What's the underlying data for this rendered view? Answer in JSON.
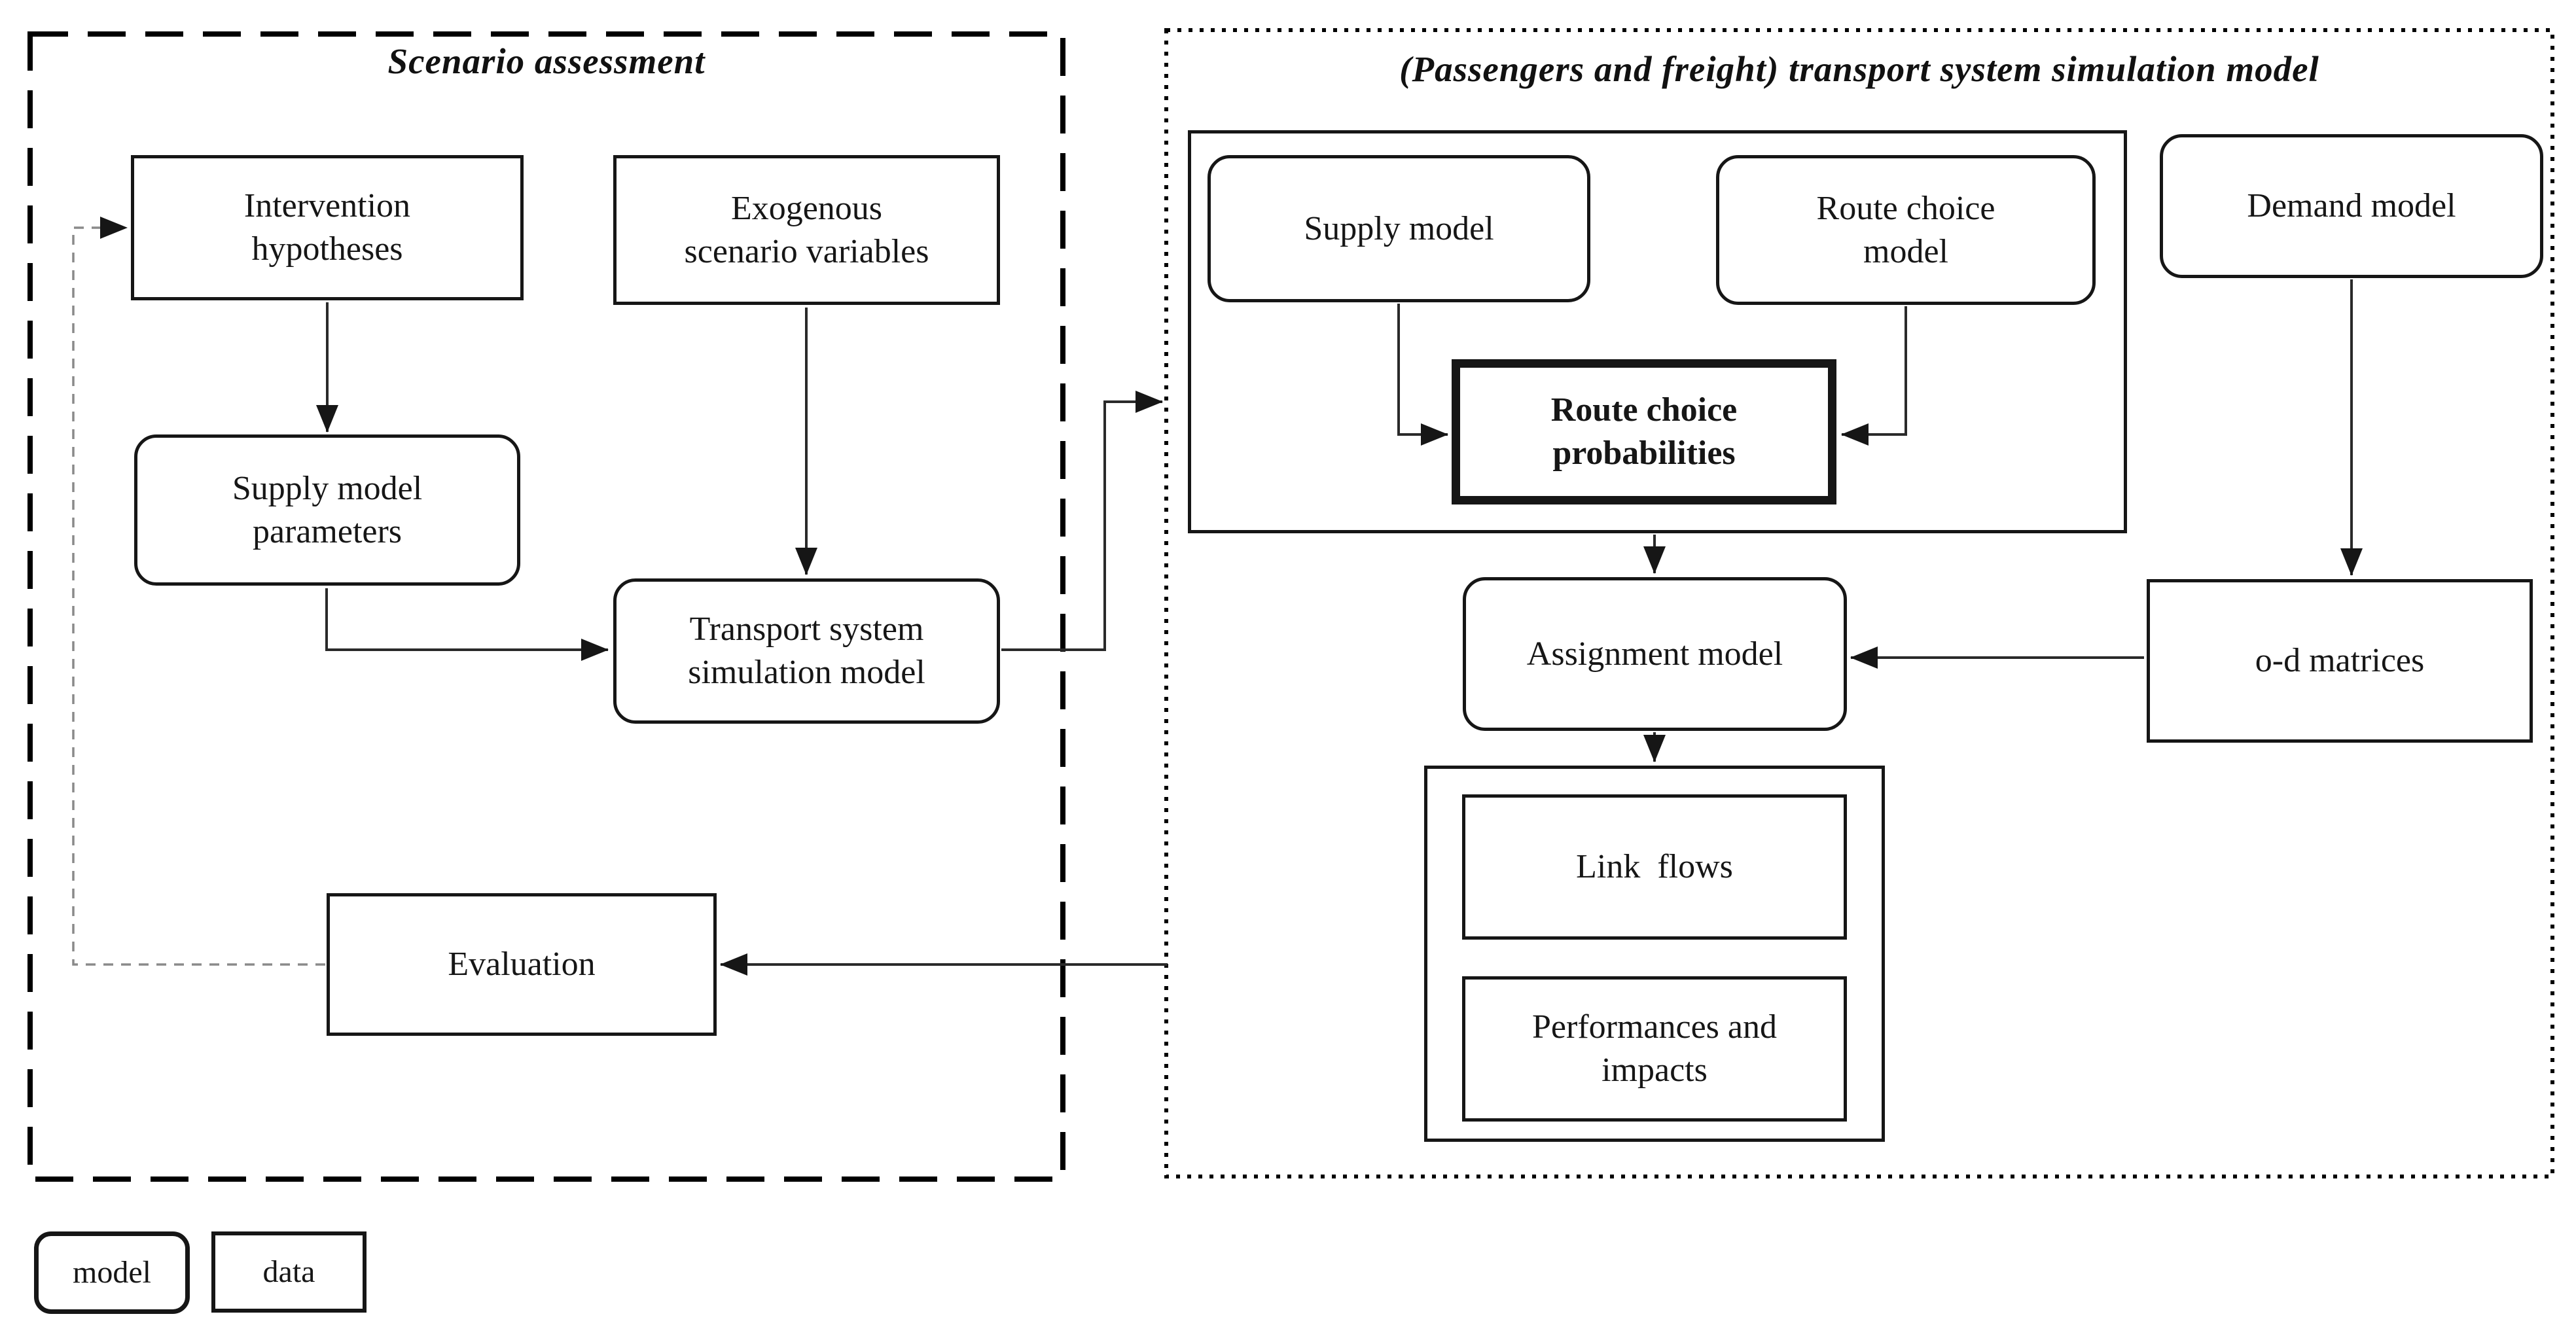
{
  "panels": {
    "scenario": {
      "title": "Scenario assessment"
    },
    "simulation": {
      "title": "(Passengers and freight) transport system simulation model"
    }
  },
  "boxes": {
    "intervention_hypotheses": "Intervention\nhypotheses",
    "exogenous_scenario_variables": "Exogenous\nscenario variables",
    "supply_model_parameters": "Supply model\nparameters",
    "transport_system_simulation_model": "Transport system\nsimulation model",
    "evaluation": "Evaluation",
    "supply_model": "Supply model",
    "route_choice_model": "Route choice\nmodel",
    "route_choice_probabilities": "Route choice\nprobabilities",
    "demand_model": "Demand model",
    "assignment_model": "Assignment model",
    "od_matrices": "o-d matrices",
    "link_flows": "Link  flows",
    "performances_and_impacts": "Performances and\nimpacts"
  },
  "legend": {
    "model": "model",
    "data": "data"
  },
  "colors": {
    "background": "#ffffff",
    "line": "#2a2a2a",
    "border": "#161616",
    "feedback_line": "#8a8a8a",
    "text": "#111111"
  }
}
